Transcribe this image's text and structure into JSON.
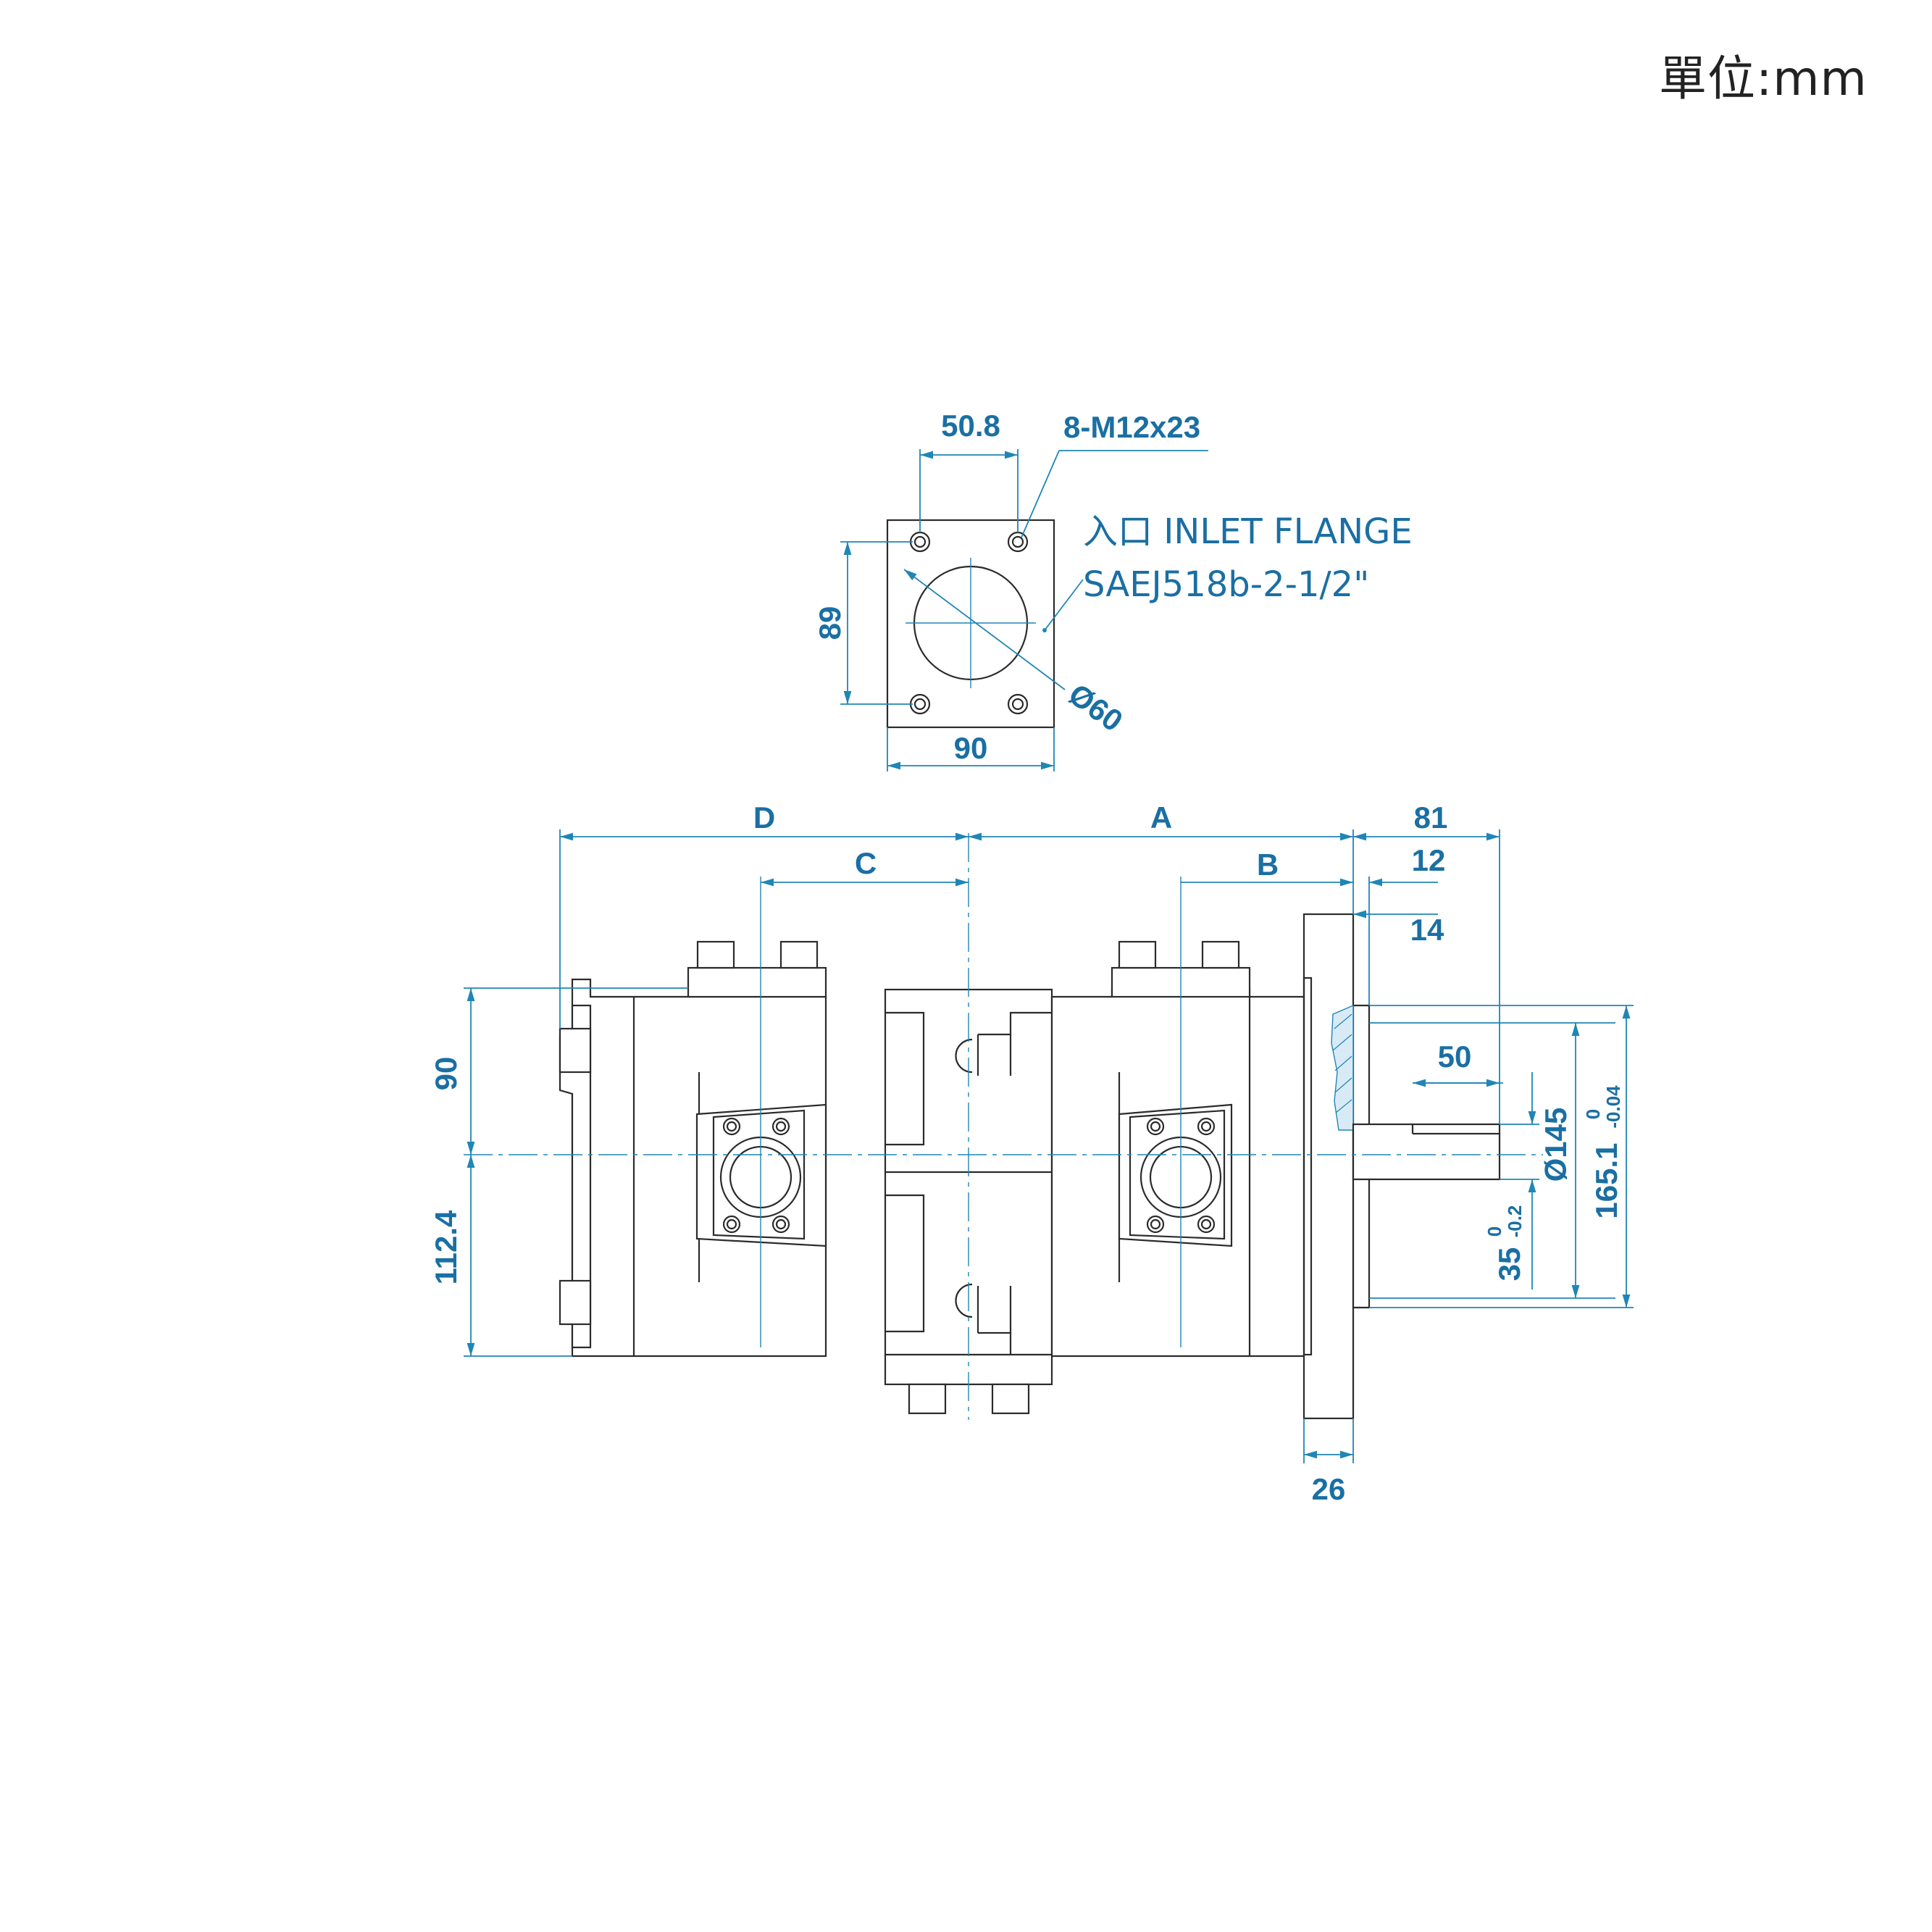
{
  "unit_label": "單位:mm",
  "inlet_flange": {
    "dim_bolt_spacing": "50.8",
    "dim_bolt_spec": "8-M12x23",
    "note_line1": "入口  INLET FLANGE",
    "note_line2": "SAEJ518b-2-1/2\"",
    "dim_height": "89",
    "dim_bore": "Ø60",
    "dim_width": "90"
  },
  "main_view": {
    "dim_D": "D",
    "dim_A": "A",
    "dim_81": "81",
    "dim_C": "C",
    "dim_B": "B",
    "dim_12": "12",
    "dim_14": "14",
    "dim_90": "90",
    "dim_112_4": "112.4",
    "dim_50": "50",
    "dim_phi145": "Ø145",
    "dim_165_1": "165.1",
    "dim_165_1_tol_upper": "0",
    "dim_165_1_tol_lower": "-0.04",
    "dim_35": "35",
    "dim_35_tol_upper": "0",
    "dim_35_tol_lower": "-0.2",
    "dim_26": "26"
  }
}
